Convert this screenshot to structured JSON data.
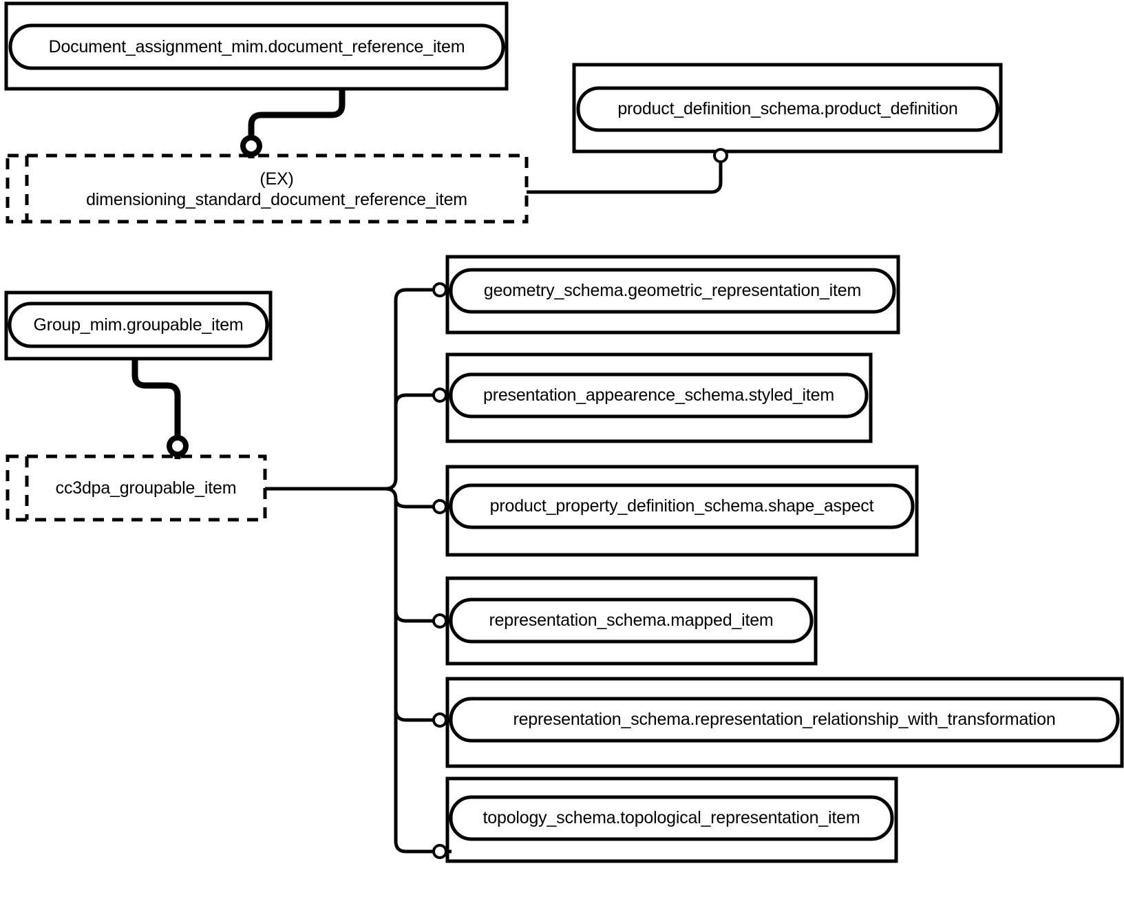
{
  "diagram": {
    "kind": "express-g-entity-level-diagram",
    "background_color": "#ffffff",
    "line_color": "#000000",
    "text_color": "#000000",
    "nodes": [
      {
        "id": "document_reference_item",
        "label": "Document_assignment_mim.document_reference_item",
        "style": "solid-outer-rect-with-rounded-inner",
        "role": "imported-entity"
      },
      {
        "id": "product_definition",
        "label": "product_definition_schema.product_definition",
        "style": "solid-outer-rect-with-rounded-inner",
        "role": "imported-entity"
      },
      {
        "id": "dimensioning_standard_document_reference_item",
        "label_line1": "(EX)",
        "label_line2": "dimensioning_standard_document_reference_item",
        "label": "(EX)\ndimensioning_standard_document_reference_item",
        "style": "dashed-select-type",
        "role": "select-type"
      },
      {
        "id": "groupable_item",
        "label": "Group_mim.groupable_item",
        "style": "solid-outer-rect-with-rounded-inner",
        "role": "imported-entity"
      },
      {
        "id": "cc3dpa_groupable_item",
        "label": "cc3dpa_groupable_item",
        "style": "dashed-select-type",
        "role": "select-type"
      },
      {
        "id": "geometric_representation_item",
        "label": "geometry_schema.geometric_representation_item",
        "style": "solid-outer-rect-with-rounded-inner",
        "role": "imported-entity"
      },
      {
        "id": "styled_item",
        "label": "presentation_appearence_schema.styled_item",
        "style": "solid-outer-rect-with-rounded-inner",
        "role": "imported-entity"
      },
      {
        "id": "shape_aspect",
        "label": "product_property_definition_schema.shape_aspect",
        "style": "solid-outer-rect-with-rounded-inner",
        "role": "imported-entity"
      },
      {
        "id": "mapped_item",
        "label": "representation_schema.mapped_item",
        "style": "solid-outer-rect-with-rounded-inner",
        "role": "imported-entity"
      },
      {
        "id": "representation_relationship_with_transformation",
        "label": "representation_schema.representation_relationship_with_transformation",
        "style": "solid-outer-rect-with-rounded-inner",
        "role": "imported-entity"
      },
      {
        "id": "topological_representation_item",
        "label": "topology_schema.topological_representation_item",
        "style": "solid-outer-rect-with-rounded-inner",
        "role": "imported-entity"
      }
    ],
    "edges": [
      {
        "id": "edge-docref-to-dimstd",
        "from": "document_reference_item",
        "to": "dimensioning_standard_document_reference_item",
        "weight": "thick",
        "terminator": "open-circle"
      },
      {
        "id": "edge-proddef-to-dimstd",
        "from": "product_definition",
        "to": "dimensioning_standard_document_reference_item",
        "weight": "thin",
        "terminator": "open-circle"
      },
      {
        "id": "edge-groupable-to-cc3dpa",
        "from": "groupable_item",
        "to": "cc3dpa_groupable_item",
        "weight": "thick",
        "terminator": "open-circle"
      },
      {
        "id": "edge-cc3dpa-to-geometric",
        "from": "cc3dpa_groupable_item",
        "to": "geometric_representation_item",
        "weight": "thin",
        "terminator": "open-circle"
      },
      {
        "id": "edge-cc3dpa-to-styled",
        "from": "cc3dpa_groupable_item",
        "to": "styled_item",
        "weight": "thin",
        "terminator": "open-circle"
      },
      {
        "id": "edge-cc3dpa-to-shape-aspect",
        "from": "cc3dpa_groupable_item",
        "to": "shape_aspect",
        "weight": "thin",
        "terminator": "open-circle"
      },
      {
        "id": "edge-cc3dpa-to-mapped",
        "from": "cc3dpa_groupable_item",
        "to": "mapped_item",
        "weight": "thin",
        "terminator": "open-circle"
      },
      {
        "id": "edge-cc3dpa-to-reprel",
        "from": "cc3dpa_groupable_item",
        "to": "representation_relationship_with_transformation",
        "weight": "thin",
        "terminator": "open-circle"
      },
      {
        "id": "edge-cc3dpa-to-topological",
        "from": "cc3dpa_groupable_item",
        "to": "topological_representation_item",
        "weight": "thin",
        "terminator": "open-circle"
      }
    ]
  }
}
